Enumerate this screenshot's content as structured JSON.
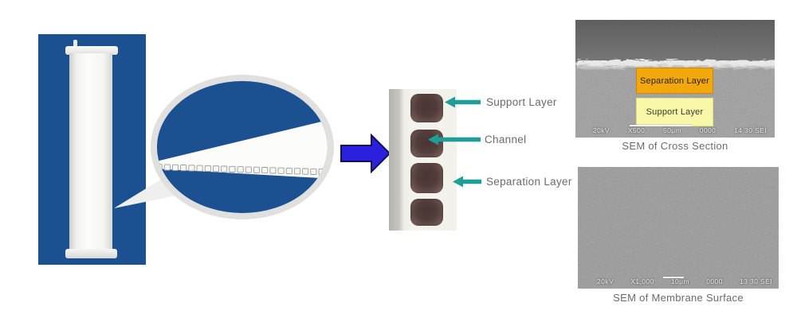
{
  "figure": {
    "description_labels": {
      "support": "Support Layer",
      "channel": "Channel",
      "separation": "Separation Layer"
    },
    "sem_cross_section": {
      "overlay": {
        "separation": "Separation Layer",
        "support": "Support Layer"
      },
      "status": {
        "voltage": "20kV",
        "magnification": "X500",
        "scale": "50μm",
        "frame": "0000",
        "detector": "14 30 SEI"
      },
      "caption": "SEM of Cross Section"
    },
    "sem_surface": {
      "status": {
        "voltage": "20kV",
        "magnification": "X1,000",
        "scale": "10μm",
        "frame": "0000",
        "detector": "13 30 SEI"
      },
      "caption": "SEM of Membrane Surface"
    },
    "colors": {
      "panel_blue": "#1b5190",
      "transform_arrow_blue": "#2b20dd",
      "pointer_teal": "#1f9e97",
      "label_gray": "#6b6b6b",
      "separation_box_orange": "#f2a80a",
      "support_box_yellow": "#f8f8a8"
    }
  }
}
